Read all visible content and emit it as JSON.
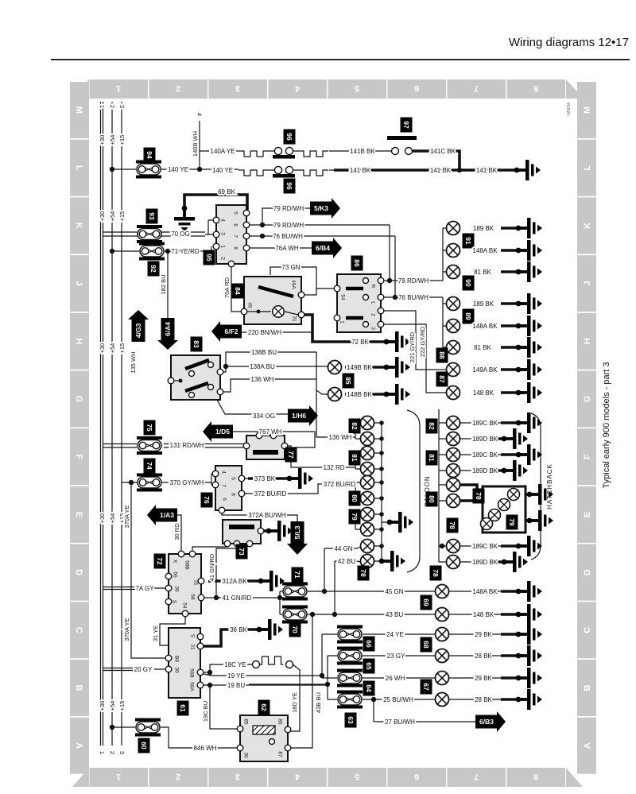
{
  "page": {
    "header": "Wiring diagrams  12•17",
    "caption": "Typical early 900 models - part 3",
    "ref": "H9134"
  },
  "grid": {
    "cols": [
      "1",
      "2",
      "3",
      "4",
      "5",
      "6",
      "7",
      "8"
    ],
    "rows": [
      "M",
      "L",
      "K",
      "J",
      "H",
      "G",
      "F",
      "E",
      "D",
      "C",
      "B",
      "A"
    ]
  },
  "rails": {
    "r30": "+30",
    "r54": "+54",
    "r15": "+15"
  },
  "pins": {
    "n1": "1",
    "n2": "2",
    "n3": "3",
    "n4": "4",
    "n5": "5",
    "n6": "6",
    "n7": "7",
    "n8": "8",
    "p49": "49",
    "p49a": "49A",
    "p31": "31",
    "p54": "54",
    "pR": "R",
    "pL": "L",
    "pX": "X",
    "p56": "56",
    "p58": "58",
    "p58b": "58B",
    "p30": "30",
    "pS": "S",
    "p85": "85",
    "p86": "86",
    "p87": "87",
    "pB6": "B6",
    "p56a": "56A",
    "p56b": "56B"
  },
  "comp": {
    "c60": "60",
    "c61": "61",
    "c62": "62",
    "c63": "63",
    "c64": "64",
    "c65": "65",
    "c66": "66",
    "c67": "67",
    "c68": "68",
    "c69": "69",
    "c70": "70",
    "c71": "71",
    "c72": "72",
    "c73": "73",
    "c74": "74",
    "c75": "75",
    "c76": "76",
    "c77": "77",
    "c78": "78",
    "c79": "79",
    "c80": "80",
    "c81": "81",
    "c82": "82",
    "c83": "83",
    "c84": "84",
    "c85": "85",
    "c86": "86",
    "c87": "87",
    "c88": "88",
    "c89": "89",
    "c90": "90",
    "c91": "91",
    "c92": "92",
    "c93": "93",
    "c94": "94",
    "c95": "95",
    "c96": "96",
    "c97": "97"
  },
  "arrows": {
    "a5k3": "5/K3",
    "a6b4": "6/B4",
    "a4g3": "4/G3",
    "a6a4": "6/A4",
    "a6f2": "6/F2",
    "a1h6": "1/H6",
    "a1d5": "1/D5",
    "a1a3": "1/A3",
    "a5l3": "5/L3",
    "a6b3": "6/B3"
  },
  "groups": {
    "saloon": "SALOON",
    "hatchback": "HATCHBACK"
  },
  "wires": {
    "w140_ye": "140 YE",
    "w140a_ye": "140A YE",
    "w140b_wh": "140B WH",
    "w141_bk": "141 BK",
    "w141b_bk": "141B BK",
    "w141c_bk": "141C BK",
    "w69_bk": "69 BK",
    "w70_og": "70 OG",
    "w71_ye_rd": "71 YE/RD",
    "w182_bu": "182 BU",
    "w79_rd_wh": "79 RD/WH",
    "w76_bu_wh": "76 BU/WH",
    "w76a_wh": "76A WH",
    "w73_gn": "73 GN",
    "w70a_rd": "70A RD",
    "w220_bn_wh": "220 BN/WH",
    "w72_bk": "72 BK",
    "w221_gy_rd": "221 GY/RD",
    "w222_gy_rd": "222 GY/RD",
    "w149b_bk": "149B BK",
    "w148b_bk": "148B BK",
    "w189_bk": "189 BK",
    "w148a_bk": "148A BK",
    "w81_bk": "81 BK",
    "w149a_bk": "149A BK",
    "w148_bk": "148 BK",
    "w135_wh": "135 WH",
    "w138b_bu": "138B BU",
    "w138a_bu": "138A BU",
    "w136_wh": "136 WH",
    "w334_og": "334 OG",
    "w767_wh": "767 WH",
    "w131_rd_wh": "131 RD/WH",
    "w370_gy_wh": "370 GY/WH",
    "w373_bk": "373 BK",
    "w372_bu_rd": "372 BU/RD",
    "w372a_bu_wh": "372A BU/WH",
    "w132_rd": "132 RD",
    "w30_rd": "30 RD",
    "w370a_ye": "370A YE",
    "w31_ye": "31 YE",
    "w7a_gy": "7A GY",
    "w312a_bk": "312A BK",
    "w41_gn_rd": "41 GN/RD",
    "w44_gn": "44 GN",
    "w42_bu": "42 BU",
    "w36_bk": "36 BK",
    "w20_gy": "20 GY",
    "w18c_ye": "18C YE",
    "w19_ye": "19 YE",
    "w19_bu": "19 BU",
    "w19c_bu": "19C BU",
    "w18d_ye": "18D YE",
    "w43b_bu": "43B BU",
    "w846_wh": "846 WH",
    "w45_gn": "45 GN",
    "w43_bu": "43 BU",
    "w24_ye": "24 YE",
    "w23_gy": "23 GY",
    "w26_wh": "26 WH",
    "w25_bu_wh": "25 BU/WH",
    "w27_bu_wh": "27 BU/WH",
    "w29_bk": "29 BK",
    "w28_bk": "28 BK",
    "w189c_bk": "189C BK",
    "w189d_bk": "189D BK"
  }
}
